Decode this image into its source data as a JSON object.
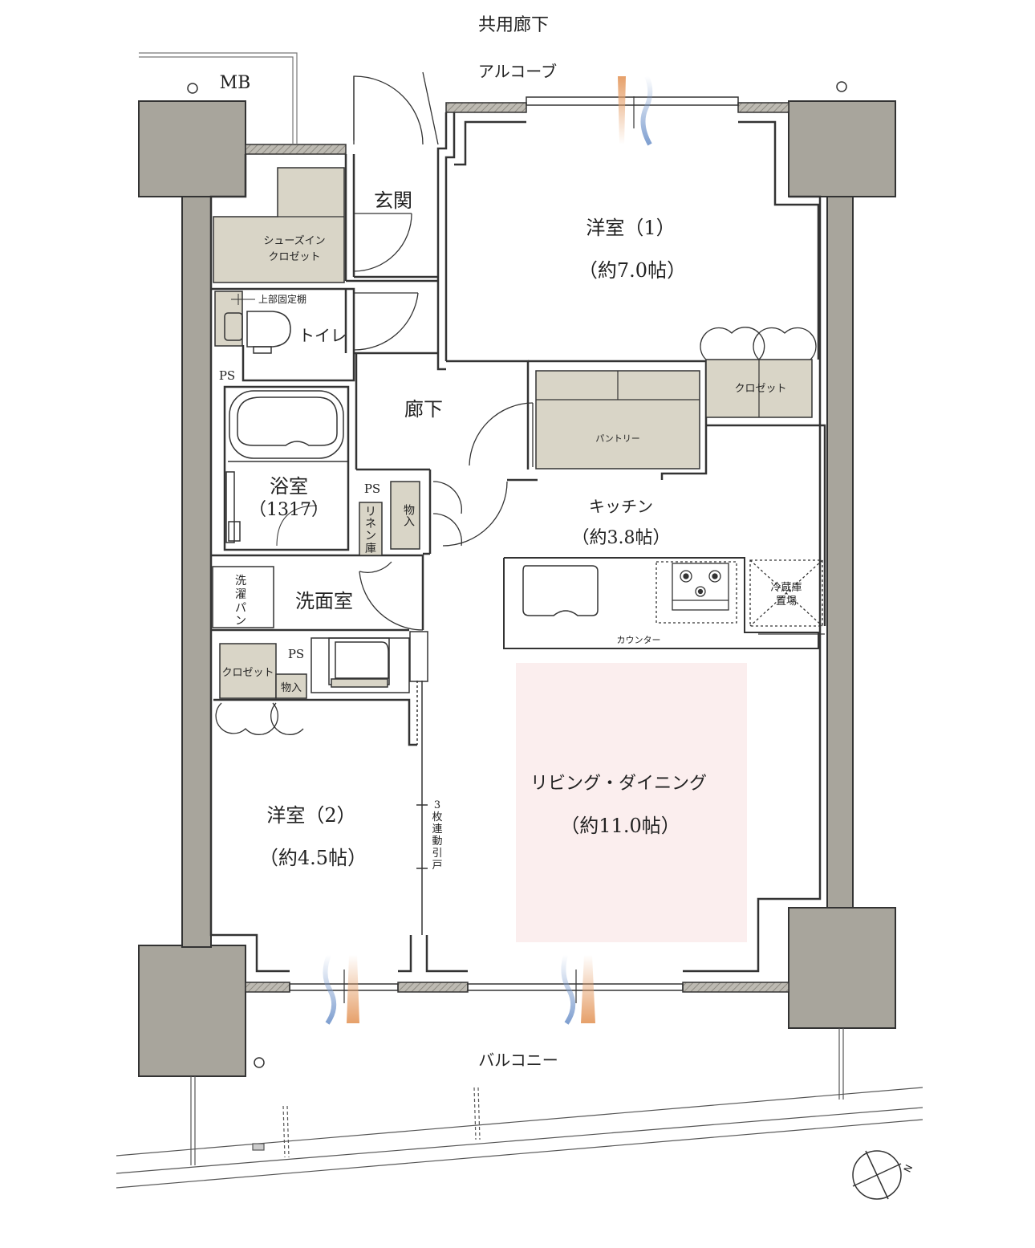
{
  "outside": {
    "corridor": "共用廊下",
    "alcove": "アルコーブ",
    "mb": "MB",
    "balcony": "バルコニー",
    "ps_top": "PS",
    "ps_mid": "PS",
    "ps_bottom": "PS"
  },
  "rooms": {
    "western1": {
      "name": "洋室（1）",
      "size": "（約7.0帖）"
    },
    "western2": {
      "name": "洋室（2）",
      "size": "（約4.5帖）"
    },
    "living": {
      "name": "リビング・ダイニング",
      "size": "（約11.0帖）"
    },
    "kitchen": {
      "name": "キッチン",
      "size": "（約3.8帖）"
    },
    "entrance": "玄関",
    "hallway": "廊下",
    "toilet": "トイレ",
    "bathroom": {
      "name": "浴室",
      "size": "（1317）"
    },
    "washroom": "洗面室"
  },
  "storage": {
    "shoe_closet_line1": "シューズイン",
    "shoe_closet_line2": "クロゼット",
    "upper_shelf": "上部固定棚",
    "closet1": "クロゼット",
    "pantry": "パントリー",
    "storage1": "物入",
    "linen": [
      "リ",
      "ネ",
      "ン",
      "庫"
    ],
    "closet2": "クロゼット",
    "storage2": "物入",
    "washer_pan": [
      "洗",
      "濯",
      "パ",
      "ン"
    ],
    "fridge_line1": "冷蔵庫",
    "fridge_line2": "置場",
    "counter": "カウンター"
  },
  "door_note": [
    "3",
    "枚",
    "連",
    "動",
    "引",
    "戸"
  ],
  "colors": {
    "wall": "#a8a59c",
    "storage_fill": "#d9d5c7",
    "living_fill": "#fbeeee",
    "line": "#333333",
    "air_in": "#7f9fd0",
    "air_out": "#e6a06a"
  },
  "compass": {
    "north": "N"
  }
}
